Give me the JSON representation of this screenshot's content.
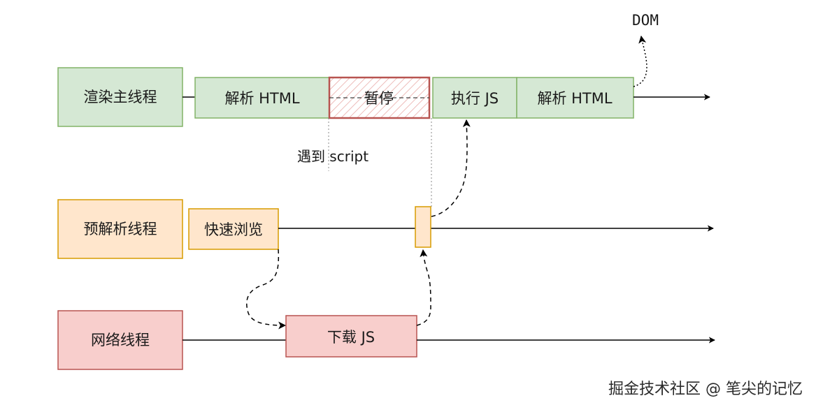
{
  "threads": {
    "main": {
      "label": "渲染主线程",
      "tasks": {
        "parse_html_1": "解析 HTML",
        "pause": "暂停",
        "execute_js": "执行 JS",
        "parse_html_2": "解析 HTML"
      }
    },
    "preparse": {
      "label": "预解析线程",
      "tasks": {
        "quick_scan": "快速浏览"
      }
    },
    "network": {
      "label": "网络线程",
      "tasks": {
        "download_js": "下载 JS"
      }
    }
  },
  "annotations": {
    "encounter_script": "遇到 script",
    "dom": "DOM"
  },
  "watermark": "掘金技术社区 @ 笔尖的记忆",
  "colors": {
    "green_fill": "#d5e8d4",
    "green_stroke": "#82b366",
    "orange_fill": "#ffe6cc",
    "orange_stroke": "#d79b00",
    "red_fill": "#f8cecc",
    "red_stroke": "#b85450"
  }
}
